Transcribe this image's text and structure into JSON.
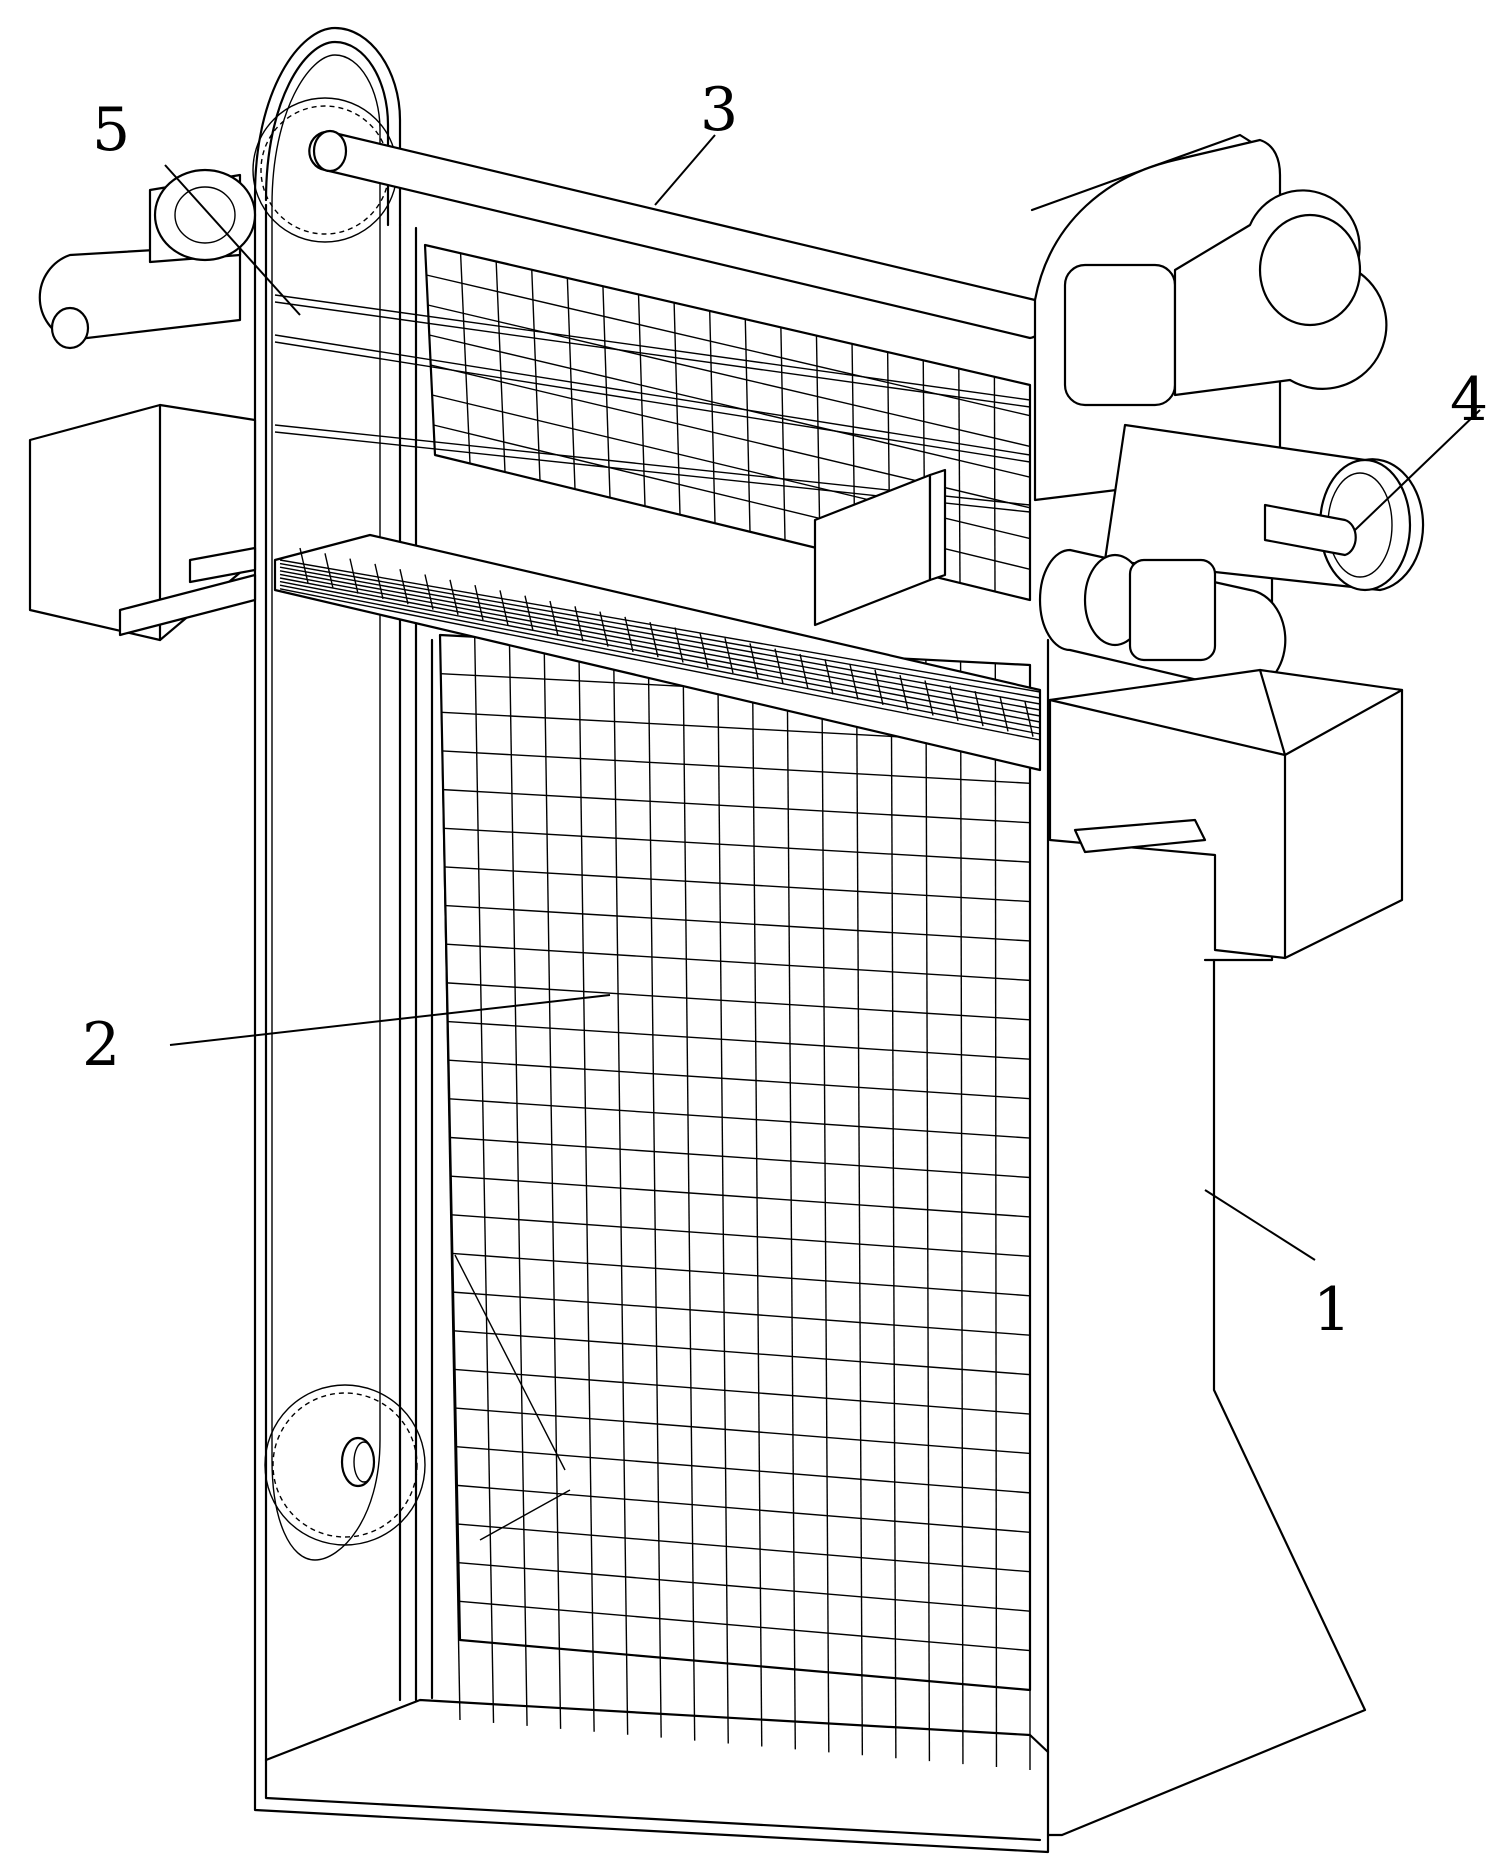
{
  "callouts": [
    {
      "id": "c1",
      "text": "1"
    },
    {
      "id": "c2",
      "text": "2"
    },
    {
      "id": "c3",
      "text": "3"
    },
    {
      "id": "c4",
      "text": "4"
    },
    {
      "id": "c5",
      "text": "5"
    }
  ]
}
